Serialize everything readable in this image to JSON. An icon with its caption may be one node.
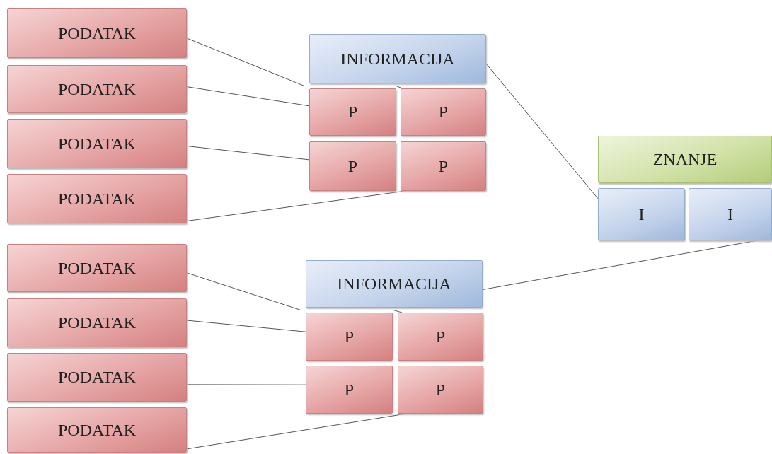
{
  "diagram": {
    "nodes": [
      {
        "text": [
          "PODATAK"
        ]
      },
      {
        "text": [
          "PODATAK"
        ]
      },
      {
        "text": [
          "PODATAK"
        ]
      },
      {
        "text": [
          "PODATAK"
        ]
      },
      {
        "text": [
          "INFORMACIJA"
        ]
      },
      {
        "text": [
          "P"
        ]
      },
      {
        "text": [
          "P"
        ]
      },
      {
        "text": [
          "P"
        ]
      },
      {
        "text": [
          "P"
        ]
      },
      {
        "text": [
          "ZNANJE"
        ]
      },
      {
        "text": [
          "I"
        ]
      },
      {
        "text": [
          "I"
        ]
      },
      {
        "text": [
          "PODATAK"
        ]
      },
      {
        "text": [
          "PODATAK"
        ]
      },
      {
        "text": [
          "PODATAK"
        ]
      },
      {
        "text": [
          "PODATAK"
        ]
      },
      {
        "text": [
          "INFORMACIJA"
        ]
      },
      {
        "text": [
          "P"
        ]
      },
      {
        "text": [
          "P"
        ]
      },
      {
        "text": [
          "P"
        ]
      },
      {
        "text": [
          "P"
        ]
      }
    ],
    "edges": [
      {
        "from": 0,
        "to": 6,
        "arrow": "none"
      },
      {
        "from": 1,
        "to": 5,
        "arrow": "none"
      },
      {
        "from": 2,
        "to": 7,
        "arrow": "none"
      },
      {
        "from": 3,
        "to": 8,
        "arrow": "none"
      },
      {
        "from": 4,
        "to": 10,
        "arrow": "none"
      },
      {
        "from": 11,
        "to": 16,
        "arrow": "none"
      },
      {
        "from": 12,
        "to": 18,
        "arrow": "none"
      },
      {
        "from": 13,
        "to": 17,
        "arrow": "none"
      },
      {
        "from": 14,
        "to": 19,
        "arrow": "none"
      },
      {
        "from": 15,
        "to": 20,
        "arrow": "none"
      }
    ]
  }
}
